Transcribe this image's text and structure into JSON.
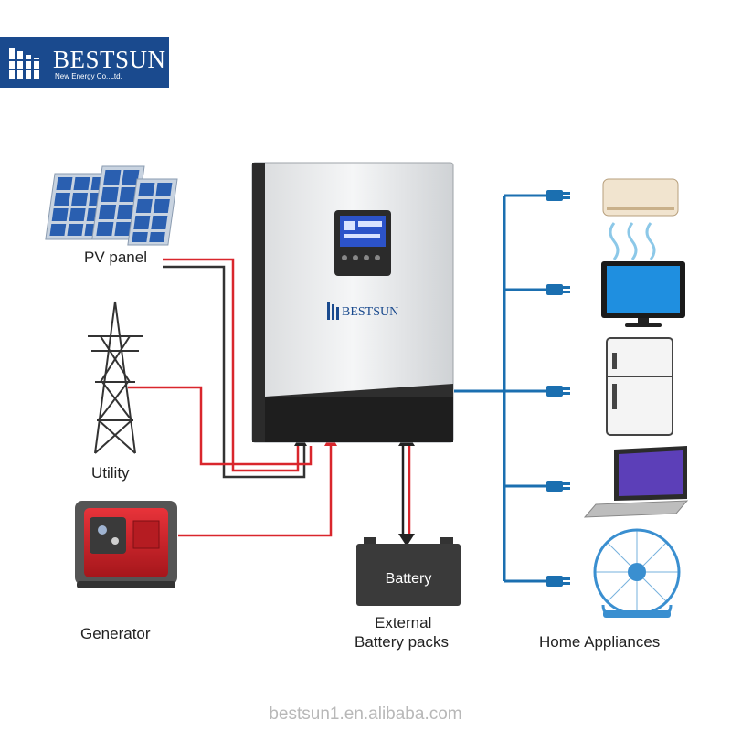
{
  "brand": {
    "name": "BESTSUN",
    "subtitle": "New Energy Co.,Ltd."
  },
  "inverter": {
    "brand": "BESTSUN"
  },
  "nodes": {
    "pv_panel": "PV panel",
    "utility": "Utility",
    "generator": "Generator",
    "battery": "Battery",
    "battery_caption_line1": "External",
    "battery_caption_line2": "Battery packs",
    "home_appliances": "Home Appliances"
  },
  "watermark": "bestsun1.en.alibaba.com",
  "colors": {
    "logo_bg": "#1a4a8e",
    "ac_line": "#d9262c",
    "dc_line": "#333333",
    "output_bus": "#1b6fb0"
  },
  "icons": [
    "solar-panel-icon",
    "power-tower-icon",
    "generator-icon",
    "inverter-icon",
    "battery-icon",
    "air-conditioner-icon",
    "tv-icon",
    "refrigerator-icon",
    "laptop-icon",
    "fan-icon",
    "plug-icon"
  ]
}
